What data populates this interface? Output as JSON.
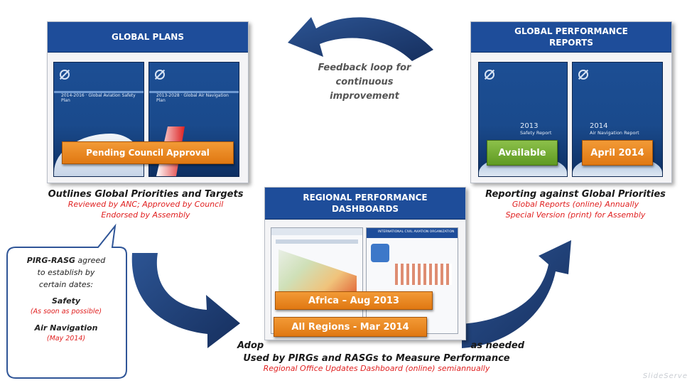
{
  "global_plans": {
    "title": "GLOBAL PLANS",
    "covers": [
      {
        "label": "2014-2016 · Global Aviation Safety Plan"
      },
      {
        "label": "2013-2028 · Global Air Navigation Plan"
      }
    ],
    "status": "Pending Council Approval",
    "caption_main": "Outlines Global Priorities and Targets",
    "caption_line1": "Reviewed by ANC; Approved by Council",
    "caption_line2": "Endorsed by Assembly"
  },
  "feedback": {
    "line1": "Feedback loop for",
    "line2": "continuous",
    "line3": "improvement"
  },
  "global_reports": {
    "title_line1": "GLOBAL PERFORMANCE",
    "title_line2": "REPORTS",
    "covers": [
      {
        "year": "2013",
        "name": "Safety Report"
      },
      {
        "year": "2014",
        "name": "Air Navigation Report"
      }
    ],
    "status_safety": "Available",
    "status_airnav": "April 2014",
    "caption_main": "Reporting against Global Priorities",
    "caption_line1": "Global Reports (online) Annually",
    "caption_line2": "Special Version (print) for Assembly"
  },
  "regional": {
    "title_line1": "REGIONAL PERFORMANCE",
    "title_line2": "DASHBOARDS",
    "screen_heading": "INTERNATIONAL CIVIL AVIATION ORGANIZATION",
    "status_africa": "Africa – Aug 2013",
    "status_all": "All Regions - Mar 2014",
    "caption_main_left": "Adop",
    "caption_main_right": "as needed",
    "caption_line2": "Used by PIRGs and RASGs to Measure Performance",
    "caption_line3": "Regional Office Updates Dashboard (online) semiannually"
  },
  "callout": {
    "line1_bold": "PIRG-RASG",
    "line1_rest": " agreed",
    "line2": "to establish by",
    "line3": "certain dates:",
    "safety_label": "Safety",
    "safety_date": "(As soon as possible)",
    "airnav_label": "Air Navigation",
    "airnav_date": "(May 2014)"
  },
  "watermark": "SlideServe",
  "colors": {
    "arrow_navy": "#1f3f77",
    "title_blue": "#1e4d9a",
    "tag_orange": "#e98420",
    "tag_green": "#6fa72e",
    "caption_red": "#e02020"
  }
}
